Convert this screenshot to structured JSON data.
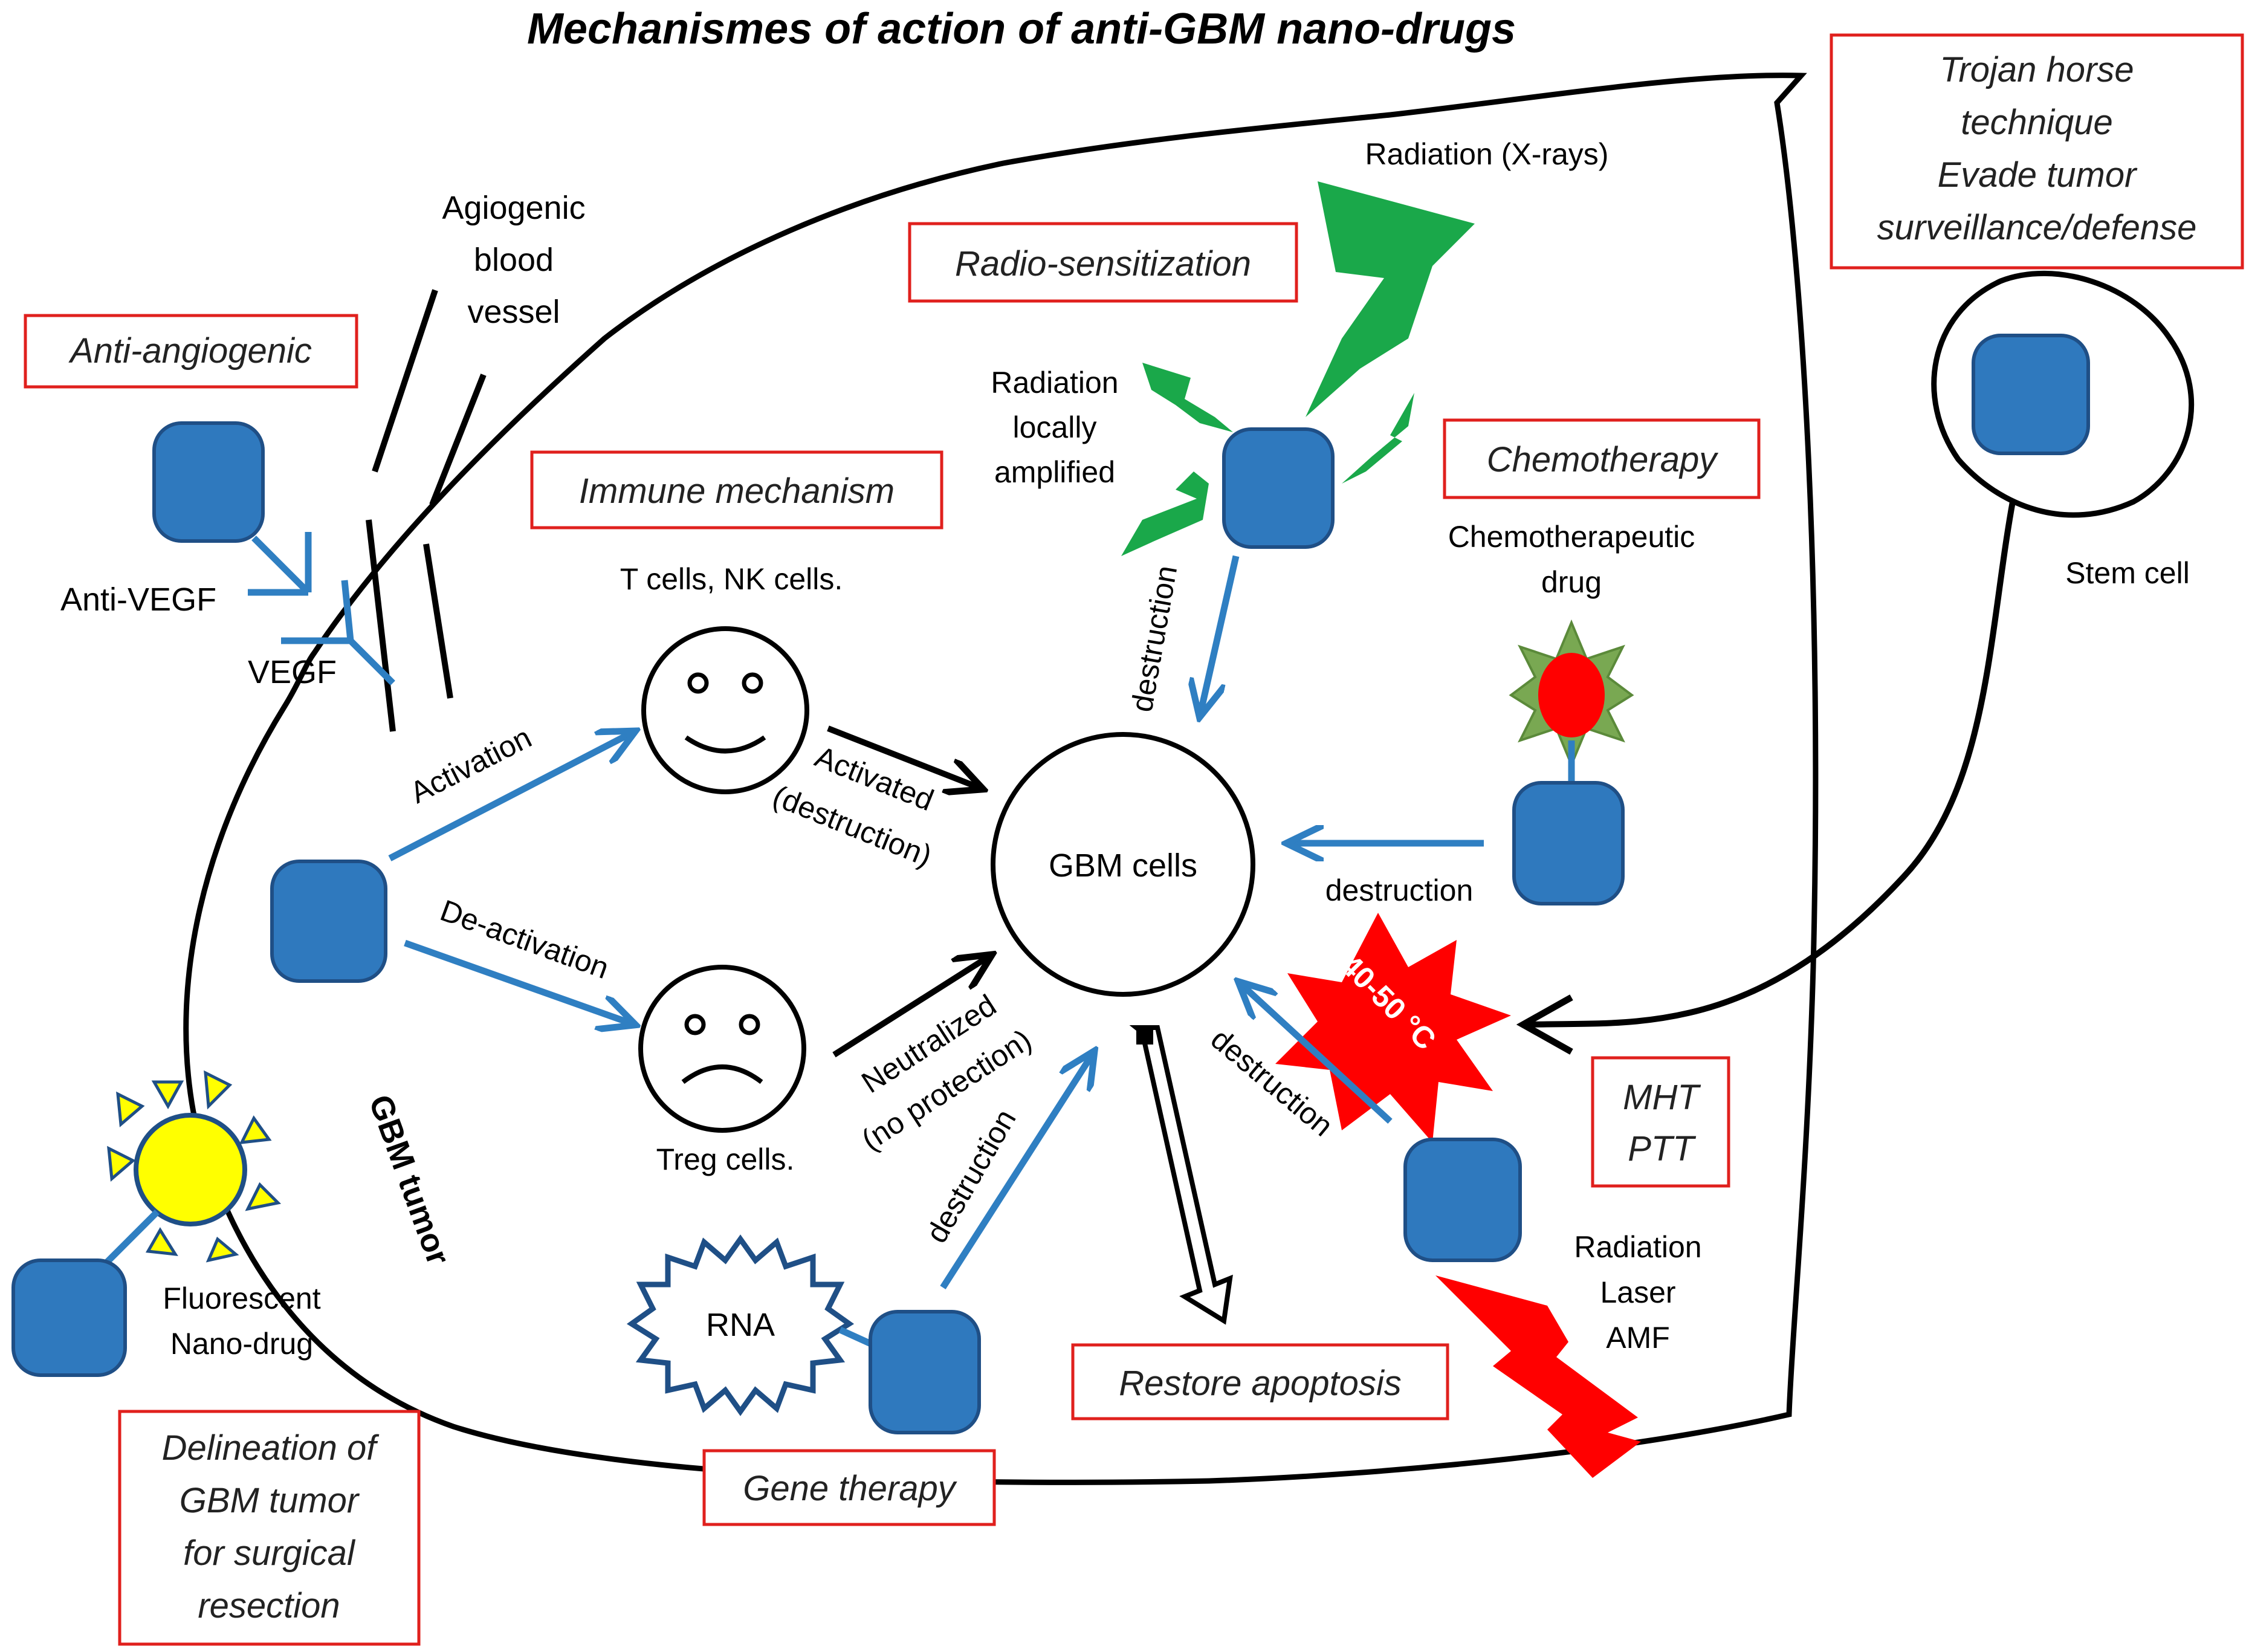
{
  "title": "Mechanismes of action of anti-GBM nano-drugs",
  "center": {
    "label": "GBM cells"
  },
  "tumor_label": "GBM tumor",
  "boxes": {
    "anti_angiogenic": "Anti-angiogenic",
    "immune": "Immune mechanism",
    "radio": "Radio-sensitization",
    "chemo": "Chemotherapy",
    "trojan": [
      "Trojan horse",
      "technique",
      "Evade tumor",
      "surveillance/defense"
    ],
    "mht": [
      "MHT",
      "PTT"
    ],
    "gene": "Gene therapy",
    "apoptosis": "Restore apoptosis",
    "delineation": [
      "Delineation of",
      "GBM tumor",
      "for surgical",
      "resection"
    ]
  },
  "labels": {
    "vessel": [
      "Agiogenic",
      "blood",
      "vessel"
    ],
    "anti_vegf": "Anti-VEGF",
    "vegf": "VEGF",
    "tcells": "T cells, NK cells.",
    "treg": "Treg cells.",
    "activation": "Activation",
    "deactivation": "De-activation",
    "activated": [
      "Activated",
      "(destruction)"
    ],
    "neutralized": [
      "Neutralized",
      "(no protection)"
    ],
    "radiation_xrays": "Radiation (X-rays)",
    "radiation_local": [
      "Radiation",
      "locally",
      "amplified"
    ],
    "destruction_radio": "destruction",
    "chemo_drug": [
      "Chemotherapeutic",
      "drug"
    ],
    "destruction_chemo": "destruction",
    "stem_cell": "Stem cell",
    "temp": "40-50 °C",
    "destruction_heat": "destruction",
    "heat_sources": [
      "Radiation",
      "Laser",
      "AMF"
    ],
    "rna": "RNA",
    "destruction_gene": "destruction",
    "fluorescent": [
      "Fluorescent",
      "Nano-drug"
    ]
  },
  "colors": {
    "box_border": "#e0201d",
    "nanodrug": "#2f79be",
    "arrow_blue": "#2f7fc2",
    "radiation_green": "#1aa84a",
    "heat_red": "#ff0000",
    "sun_yellow": "#ffff00"
  }
}
